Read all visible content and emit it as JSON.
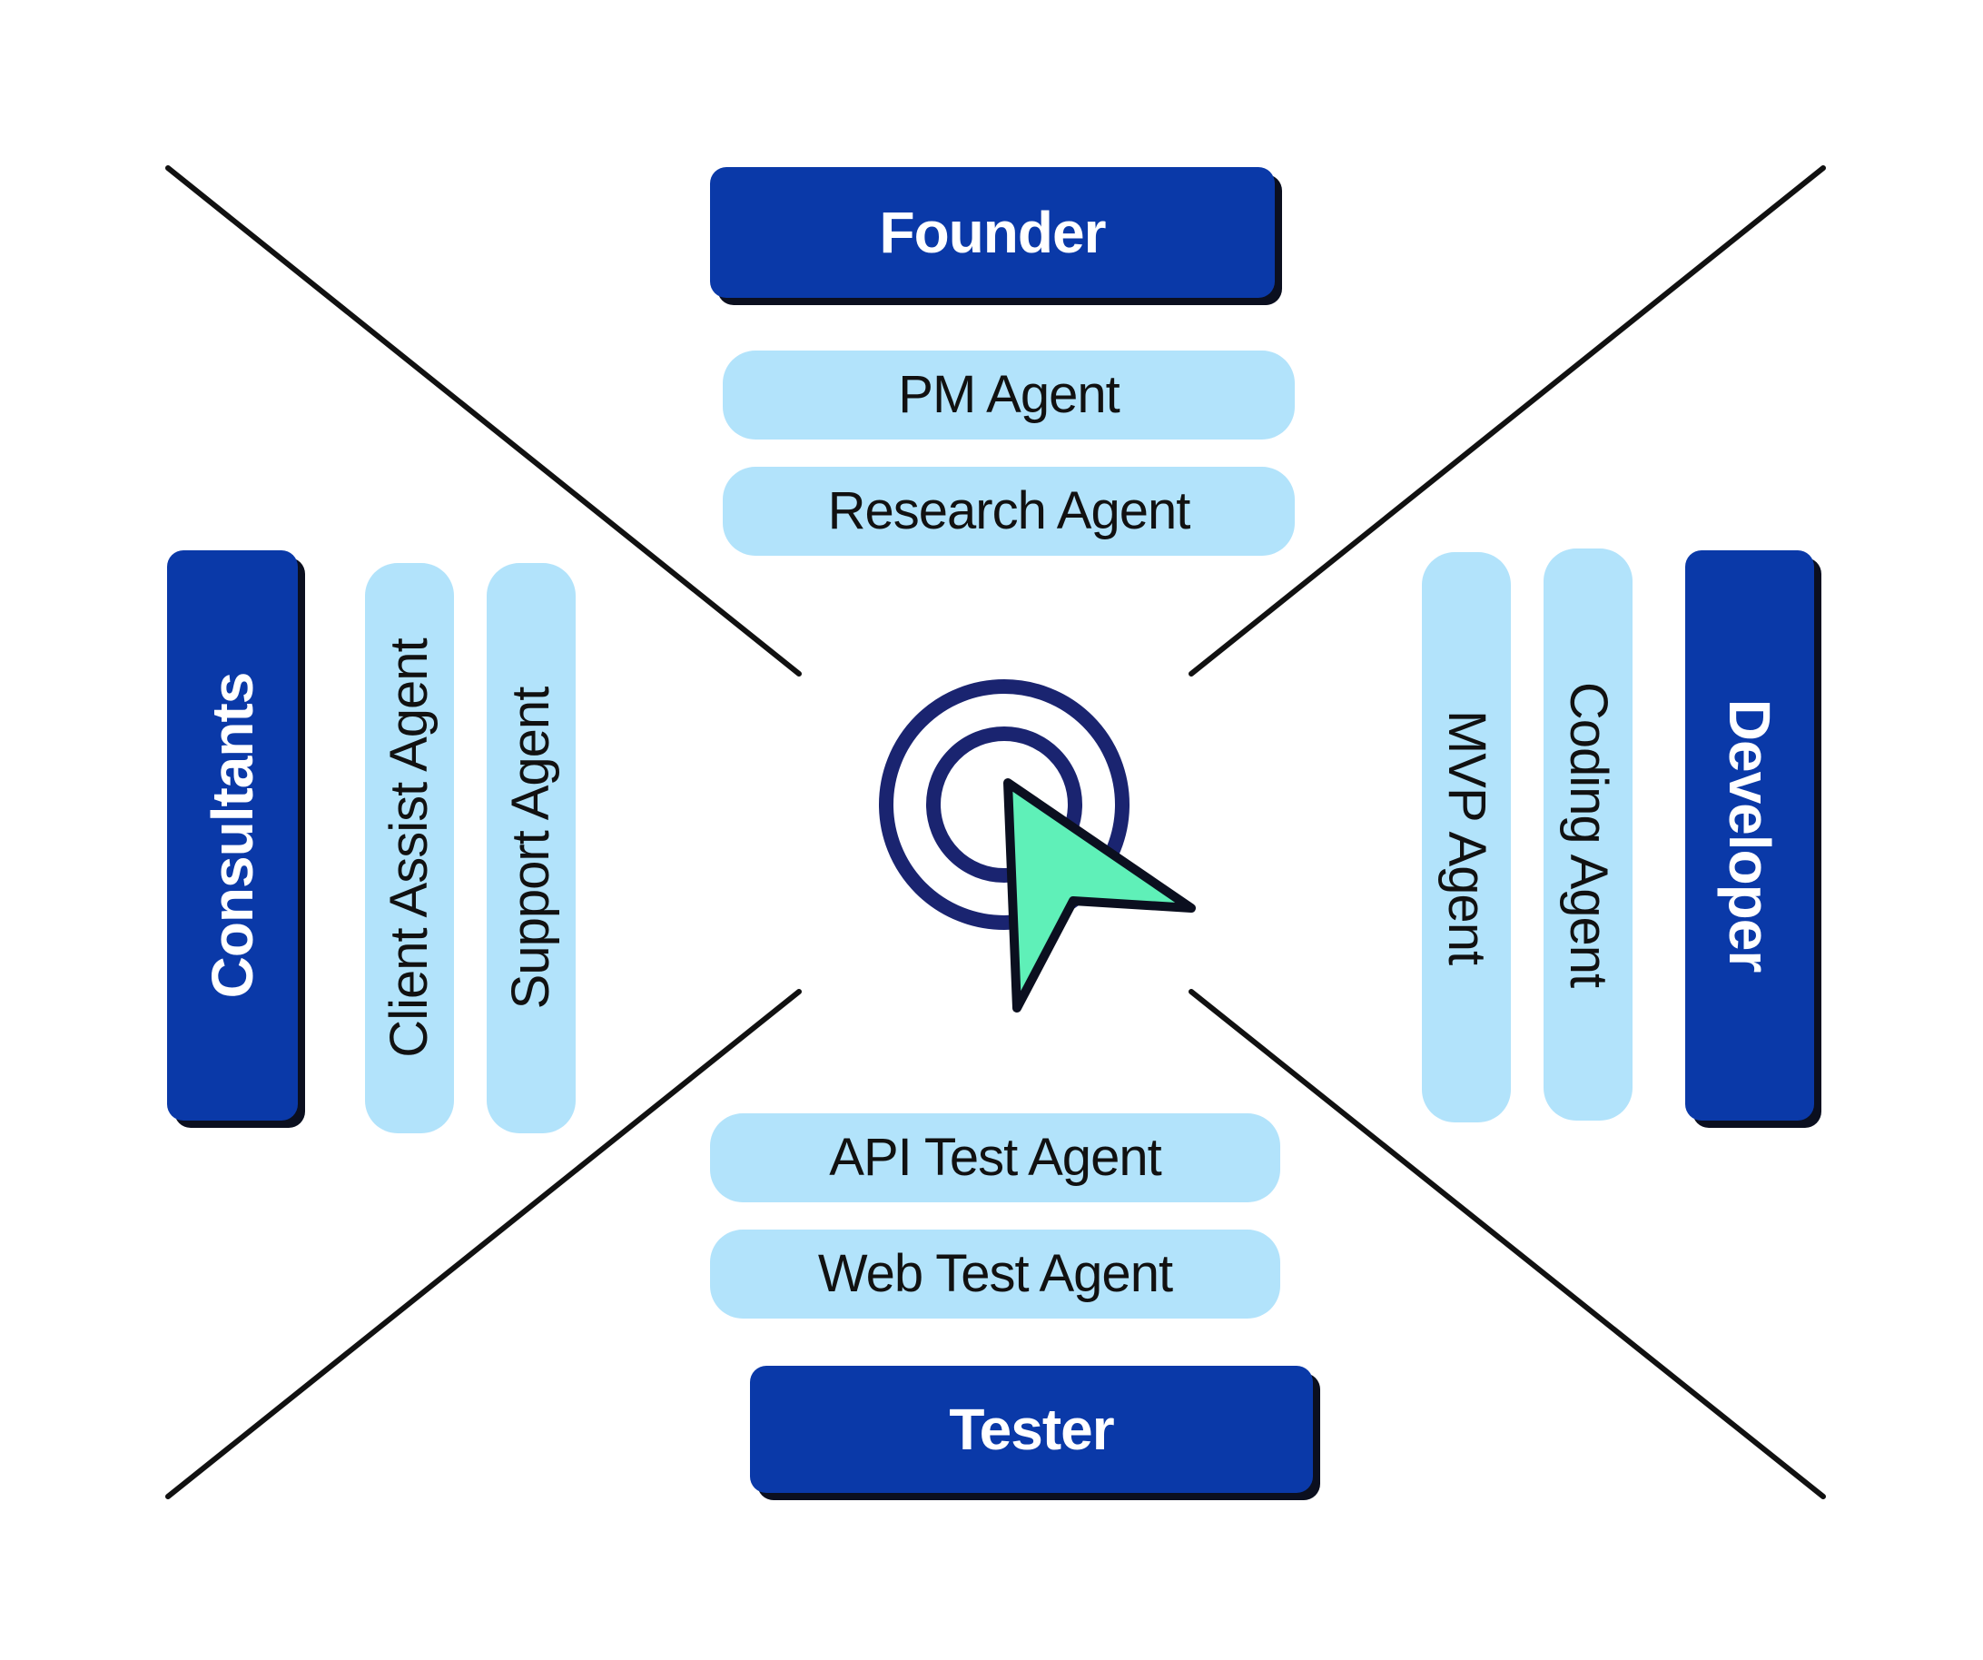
{
  "roles": {
    "founder": "Founder",
    "consultants": "Consultants",
    "developer": "Developer",
    "tester": "Tester"
  },
  "agents": {
    "pm": "PM Agent",
    "research": "Research Agent",
    "client_assist": "Client Assist Agent",
    "support": "Support Agent",
    "mvp": "MVP Agent",
    "coding": "Coding Agent",
    "api_test": "API Test Agent",
    "web_test": "Web Test Agent"
  },
  "center_icon": "target-cursor-icon",
  "colors": {
    "role_fill": "#0a39a8",
    "agent_fill": "#b2e3fb",
    "cursor_fill": "#5ff0b8",
    "ring": "#1a2470"
  }
}
